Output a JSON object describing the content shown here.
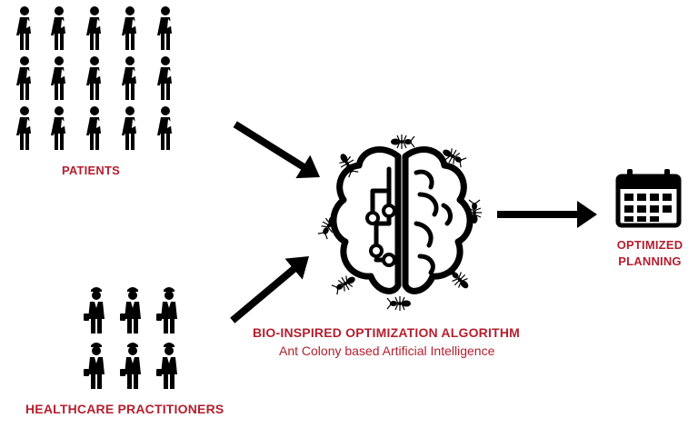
{
  "colors": {
    "accent": "#b51f2e",
    "ink": "#000000"
  },
  "labels": {
    "patients": "PATIENTS",
    "practitioners": "HEALTHCARE PRACTITIONERS",
    "algorithm_title": "BIO-INSPIRED OPTIMIZATION ALGORITHM",
    "algorithm_subtitle": "Ant Colony based Artificial Intelligence",
    "output_line1": "OPTIMIZED",
    "output_line2": "PLANNING"
  },
  "icons": {
    "patient": "patient-icon",
    "practitioner": "practitioner-icon",
    "brain": "brain-circuit-icon",
    "ant": "ant-icon",
    "calendar": "calendar-icon",
    "arrow": "arrow-icon"
  }
}
